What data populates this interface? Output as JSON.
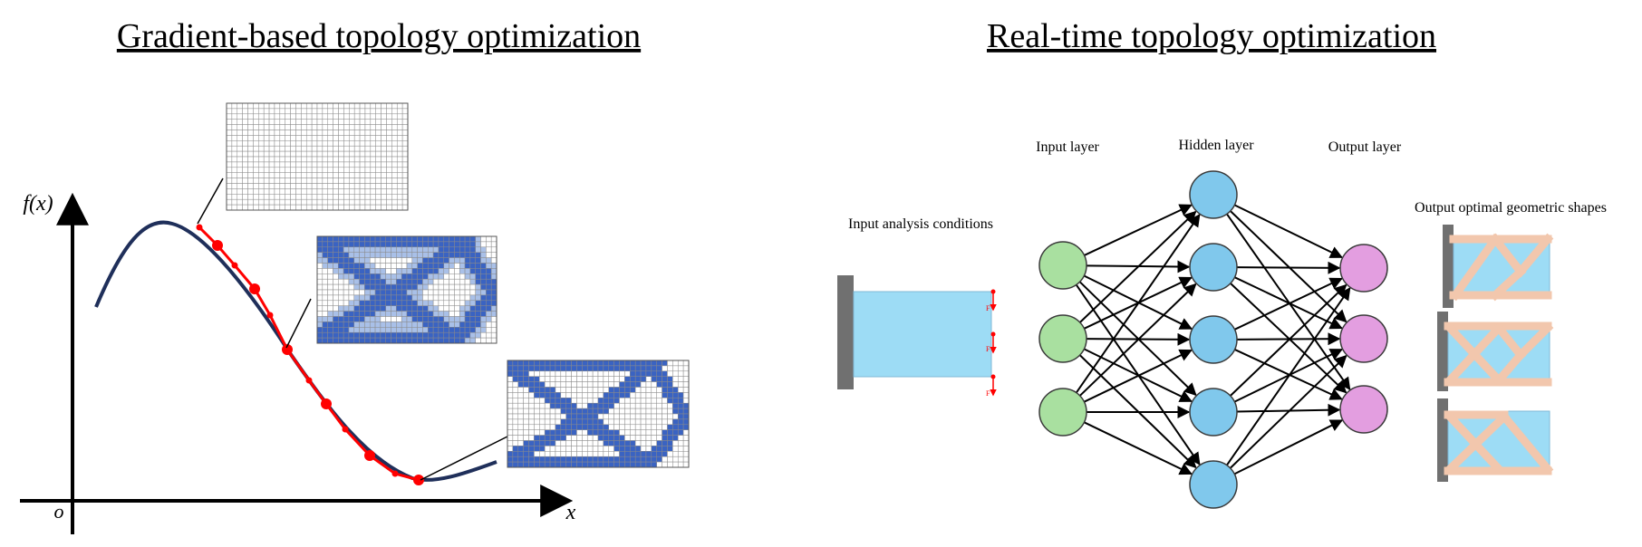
{
  "left_panel": {
    "title": "Gradient-based topology optimization",
    "y_axis_label": "f(x)",
    "x_axis_label": "x",
    "origin_label": "o"
  },
  "right_panel": {
    "title": "Real-time topology optimization",
    "input_conditions_label": "Input analysis conditions",
    "input_layer_label": "Input layer",
    "hidden_layer_label": "Hidden layer",
    "output_layer_label": "Output layer",
    "output_shapes_label": "Output optimal geometric shapes",
    "force_label": "F"
  },
  "network": {
    "input_nodes": 3,
    "hidden_nodes": 5,
    "output_nodes": 3
  },
  "colors": {
    "curve": "#1f2f5a",
    "path": "#ff0000",
    "mesh_blue": "#3a63c2",
    "mesh_light": "#a9c0e8",
    "input_node": "#a9e0a0",
    "hidden_node": "#80c8ec",
    "output_node": "#e39ee0",
    "beam": "#9ddcf5",
    "support": "#707070",
    "struct": "#f2c7ad"
  }
}
